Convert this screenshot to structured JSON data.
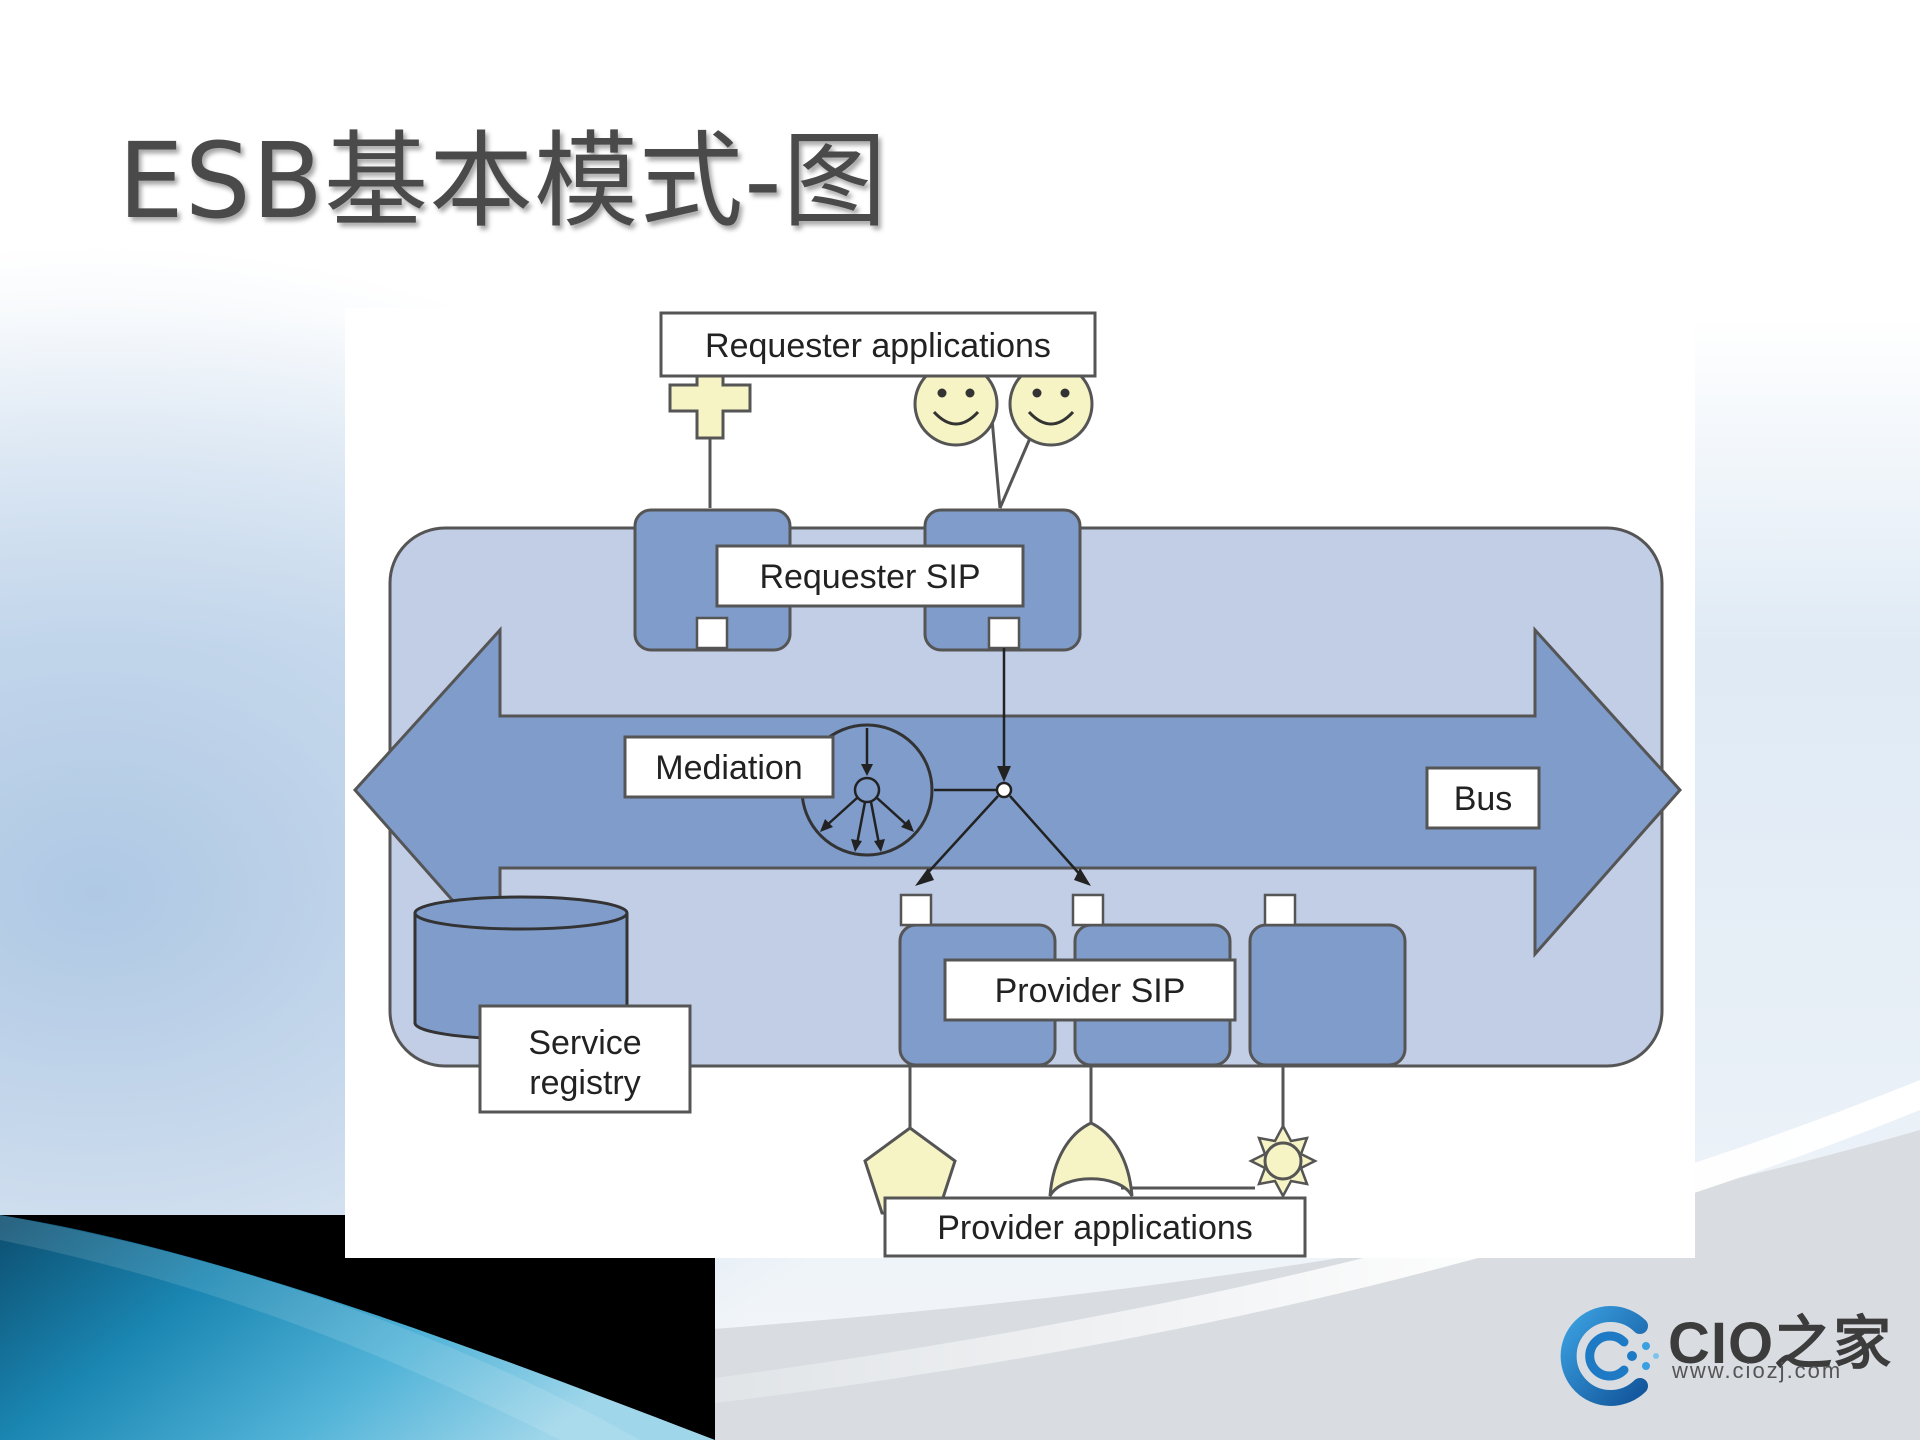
{
  "slide": {
    "title": "ESB基本模式-图"
  },
  "diagram": {
    "requester_applications": "Requester applications",
    "requester_sip": "Requester SIP",
    "mediation": "Mediation",
    "bus": "Bus",
    "service_registry": [
      "Service",
      "registry"
    ],
    "provider_sip": "Provider SIP",
    "provider_applications": "Provider applications"
  },
  "logo": {
    "name": "CIO之家",
    "url": "www.ciozj.com"
  },
  "icons": {
    "requester_left": "cross-icon",
    "requester_right": "smiley-face-icon",
    "provider_1": "pentagon-icon",
    "provider_2": "arch-icon",
    "provider_3": "sun-icon",
    "logo_mark": "cio-c-logo-icon"
  },
  "colors": {
    "bus_fill": "#7f9ccb",
    "container_fill": "#c2cde6",
    "app_fill": "#f6f4c4",
    "logo_blue": "#1e7ac4"
  }
}
